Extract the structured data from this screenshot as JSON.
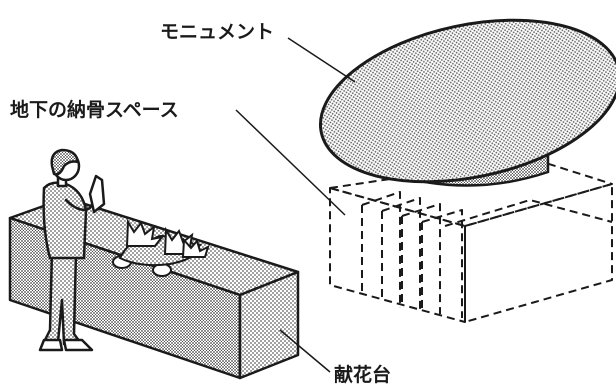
{
  "labels": {
    "monument": "モニュメント",
    "ossuary": "地下の納骨スペース",
    "altar": "献花台"
  },
  "colors": {
    "ink": "#1a1a1a",
    "dots": "#555555",
    "background": "#ffffff"
  }
}
